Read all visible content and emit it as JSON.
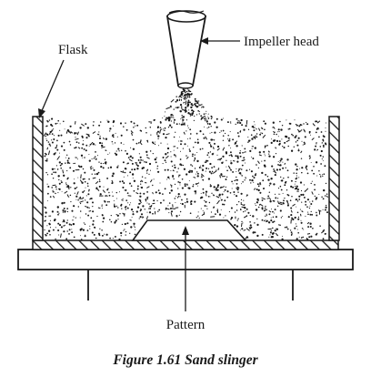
{
  "figure": {
    "labels": {
      "impeller_head": "Impeller head",
      "flask": "Flask",
      "pattern": "Pattern"
    },
    "caption": "Figure 1.61 Sand slinger"
  }
}
